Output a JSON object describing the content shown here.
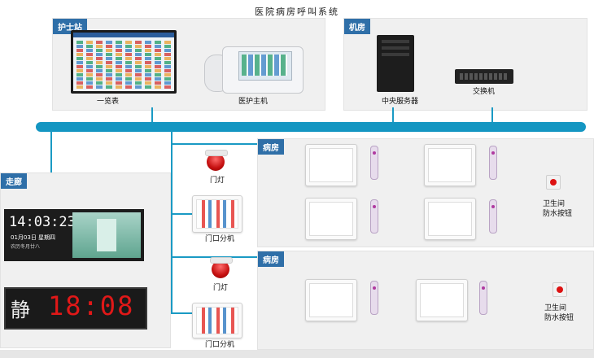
{
  "title": "医院病房呼叫系统",
  "sections": {
    "nurse_station": "护士站",
    "machine_room": "机房",
    "corridor": "走廊",
    "ward1": "病房",
    "ward2": "病房"
  },
  "devices": {
    "overview_screen": "一览表",
    "host": "医护主机",
    "server": "中央服务器",
    "switch": "交换机",
    "door_lamp_1": "门灯",
    "door_unit_1": "门口分机",
    "door_lamp_2": "门灯",
    "door_unit_2": "门口分机",
    "toilet_btn_1": [
      "卫生间",
      "防水按钮"
    ],
    "toilet_btn_2": [
      "卫生间",
      "防水按钮"
    ]
  },
  "corridor_display": {
    "time": "14:03:23",
    "date": "01月03日 星期四",
    "lunar": "农历冬月廿八",
    "led_char": "静",
    "led_time": "18:08"
  },
  "colors": {
    "bus": "#1496c2",
    "tag": "#2f6fa8",
    "led_red": "#e01818"
  }
}
